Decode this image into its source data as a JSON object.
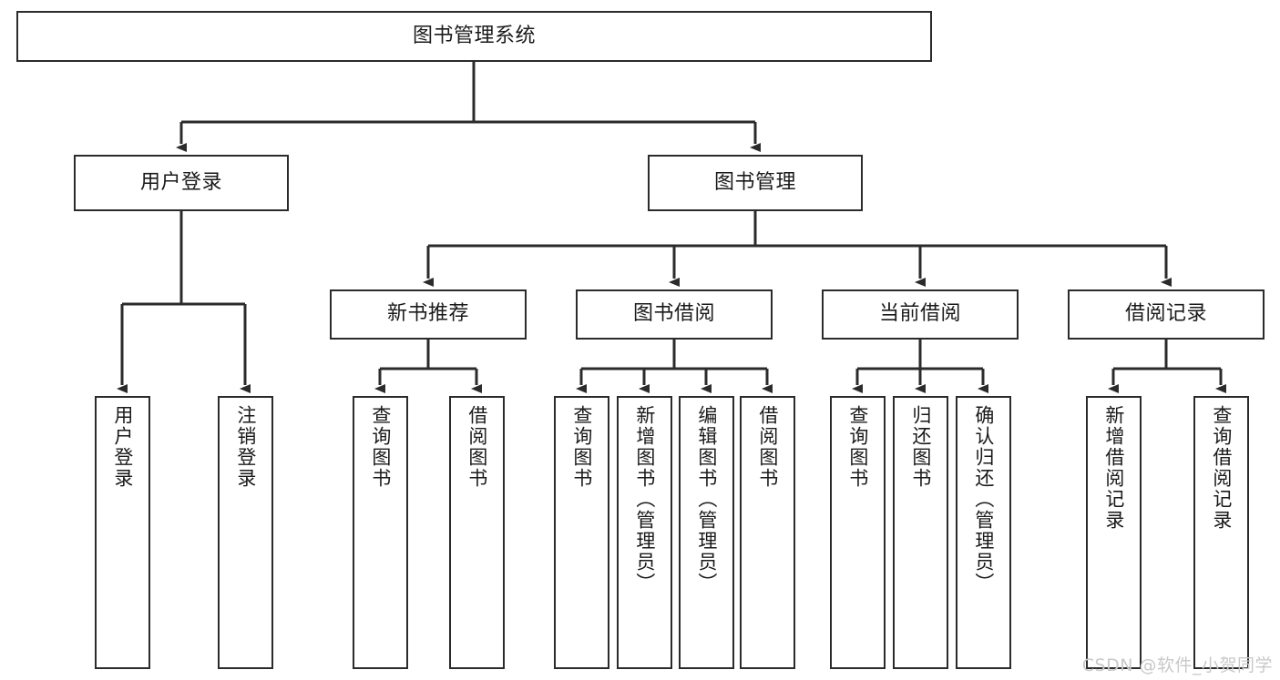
{
  "diagram": {
    "title": "图书管理系统",
    "type": "tree",
    "root": {
      "id": "root",
      "label": "图书管理系统"
    },
    "level2": [
      {
        "id": "user-login",
        "label": "用户登录"
      },
      {
        "id": "book-management",
        "label": "图书管理"
      }
    ],
    "level3": [
      {
        "id": "new-book-recommend",
        "label": "新书推荐",
        "parent": "book-management"
      },
      {
        "id": "book-borrow",
        "label": "图书借阅",
        "parent": "book-management"
      },
      {
        "id": "current-borrow",
        "label": "当前借阅",
        "parent": "book-management"
      },
      {
        "id": "borrow-record",
        "label": "借阅记录",
        "parent": "book-management"
      }
    ],
    "leaves": [
      {
        "id": "leaf-user-login",
        "label": "用户登录",
        "parent": "user-login"
      },
      {
        "id": "leaf-logout-login",
        "label": "注销登录",
        "parent": "user-login"
      },
      {
        "id": "leaf-query-book-1",
        "label": "查询图书",
        "parent": "new-book-recommend"
      },
      {
        "id": "leaf-borrow-book-1",
        "label": "借阅图书",
        "parent": "new-book-recommend"
      },
      {
        "id": "leaf-query-book-2",
        "label": "查询图书",
        "parent": "book-borrow"
      },
      {
        "id": "leaf-add-book",
        "label": "新增图书（管理员）",
        "parent": "book-borrow"
      },
      {
        "id": "leaf-edit-book",
        "label": "编辑图书（管理员）",
        "parent": "book-borrow"
      },
      {
        "id": "leaf-borrow-book-2",
        "label": "借阅图书",
        "parent": "book-borrow"
      },
      {
        "id": "leaf-query-book-3",
        "label": "查询图书",
        "parent": "current-borrow"
      },
      {
        "id": "leaf-return-book",
        "label": "归还图书",
        "parent": "current-borrow"
      },
      {
        "id": "leaf-confirm-return",
        "label": "确认归还（管理员）",
        "parent": "current-borrow"
      },
      {
        "id": "leaf-add-record",
        "label": "新增借阅记录",
        "parent": "borrow-record"
      },
      {
        "id": "leaf-query-record",
        "label": "查询借阅记录",
        "parent": "borrow-record"
      }
    ],
    "watermark": "CSDN @软件_小贺同学",
    "colors": {
      "stroke": "#2b2b2b",
      "fill": "#ffffff",
      "text": "#1a1a1a",
      "watermark": "#c9c9c9"
    }
  }
}
